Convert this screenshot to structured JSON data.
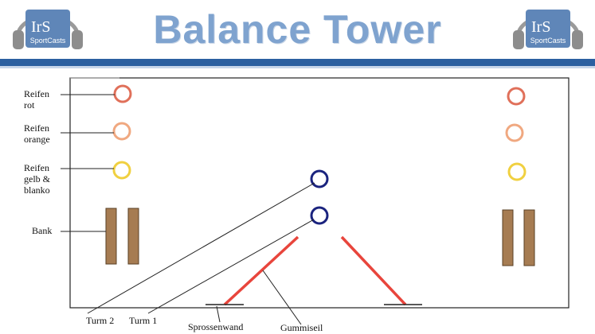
{
  "header": {
    "title": "Balance Tower",
    "logo_text": "IrS",
    "logo_subtext": "SportCasts"
  },
  "labels": {
    "reifen_rot": [
      "Reifen",
      "rot"
    ],
    "reifen_orange": [
      "Reifen",
      "orange"
    ],
    "reifen_gelb": [
      "Reifen",
      "gelb &",
      "blanko"
    ],
    "bank": "Bank",
    "turm2": "Turm 2",
    "turm1": "Turm 1",
    "sprossenwand": "Sprossenwand",
    "gummiseil": "Gummiseil"
  },
  "colors": {
    "ring_red": "#e0705a",
    "ring_orange": "#f0a880",
    "ring_yellow": "#f0d040",
    "ring_navy": "#1a237e",
    "bench": "#a67c52",
    "rubber_band": "#e8453c",
    "brand_blue": "#2b5fa0",
    "title_blue": "#7fa3cf"
  }
}
